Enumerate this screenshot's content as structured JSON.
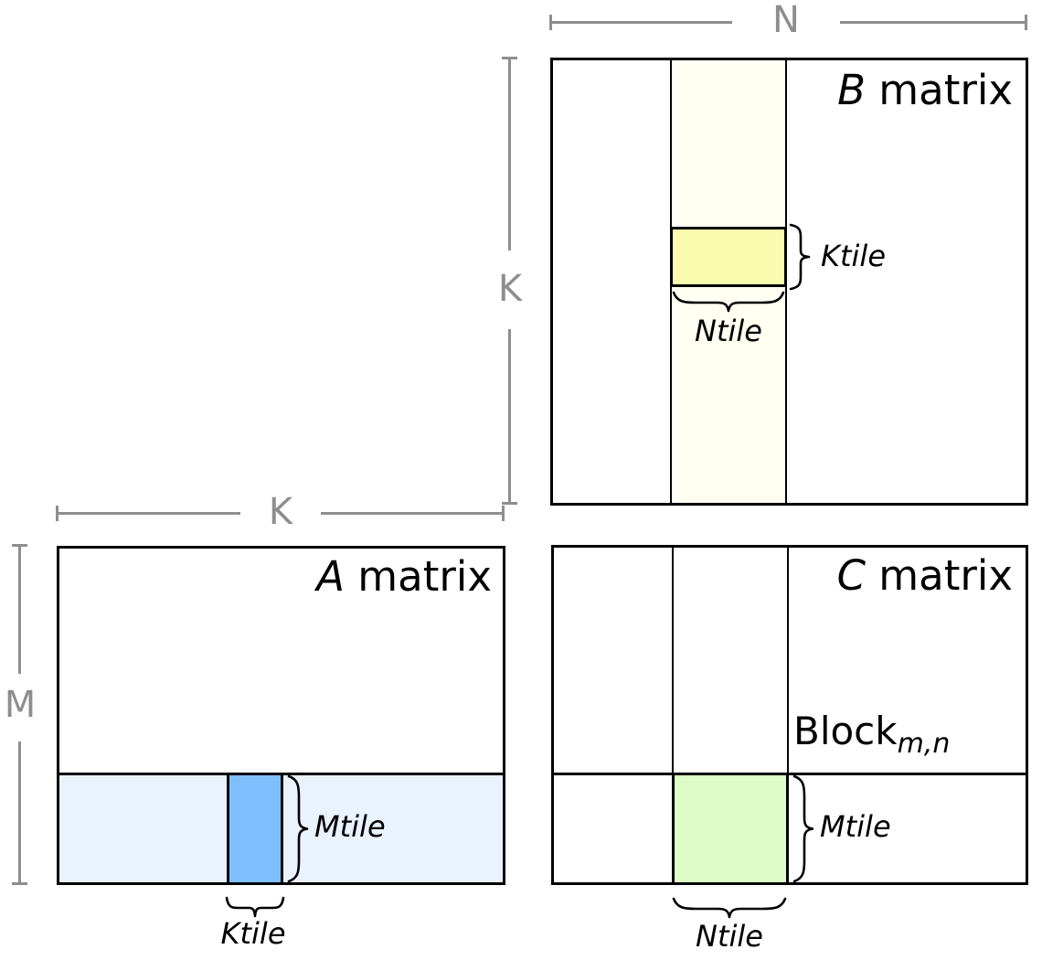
{
  "diagram": {
    "b_matrix": {
      "title_italic": "B",
      "title_rest": " matrix",
      "ktile_label": "Ktile",
      "ntile_label": "Ntile"
    },
    "a_matrix": {
      "title_italic": "A",
      "title_rest": " matrix",
      "mtile_label": "Mtile",
      "ktile_label": "Ktile"
    },
    "c_matrix": {
      "title_italic": "C",
      "title_rest": " matrix",
      "mtile_label": "Mtile",
      "ntile_label": "Ntile",
      "block_base": "Block",
      "block_sub": "m,n"
    },
    "dims": {
      "n": "N",
      "k_vertical": "K",
      "k_horizontal": "K",
      "m": "M"
    }
  },
  "colors": {
    "ivory_column": "#FFFFF2",
    "yellow_tile": "#FBFBAE",
    "lightblue_band": "#E9F2FD",
    "blue_tile": "#7EBFFF",
    "green_tile": "#DEFCC8",
    "dimension_gray": "#8E8E8E",
    "border_black": "#000000"
  }
}
